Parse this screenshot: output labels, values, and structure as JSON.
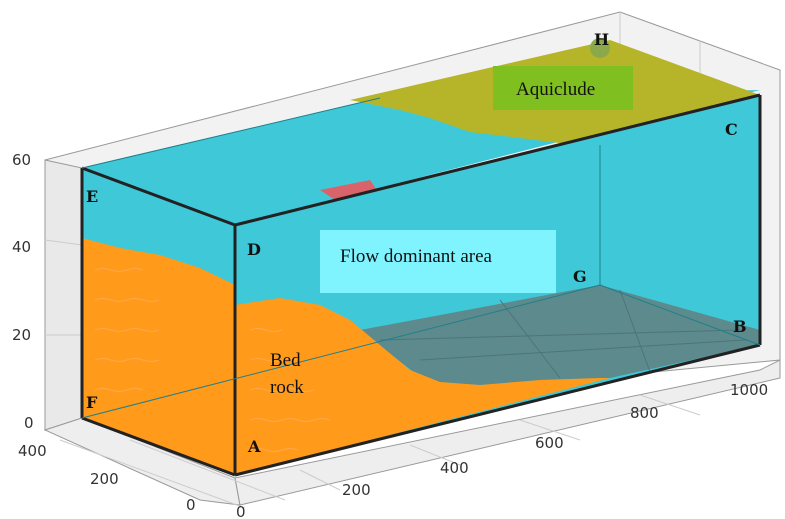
{
  "labels": {
    "aquiclude": "Aquiclude",
    "flow_area": "Flow dominant area",
    "bed_rock_line1": "Bed",
    "bed_rock_line2": "rock"
  },
  "corners": {
    "a": "A",
    "b": "B",
    "c": "C",
    "d": "D",
    "e": "E",
    "f": "F",
    "g": "G",
    "h": "H"
  },
  "axes": {
    "z_ticks": [
      "60",
      "40",
      "20",
      "0"
    ],
    "y_ticks": [
      "400",
      "200",
      "0"
    ],
    "x_ticks": [
      "0",
      "200",
      "400",
      "600",
      "800",
      "1000"
    ]
  },
  "colors": {
    "water": "#3fc8d8",
    "bedrock": "#ff9a1a",
    "aquiclude": "#b6b52a",
    "clay_lens": "#d9636a",
    "seabed_gray": "#5d8a8c",
    "label_aquiclude_bg": "#7fbf20",
    "label_flow_bg": "#7ff4ff"
  }
}
